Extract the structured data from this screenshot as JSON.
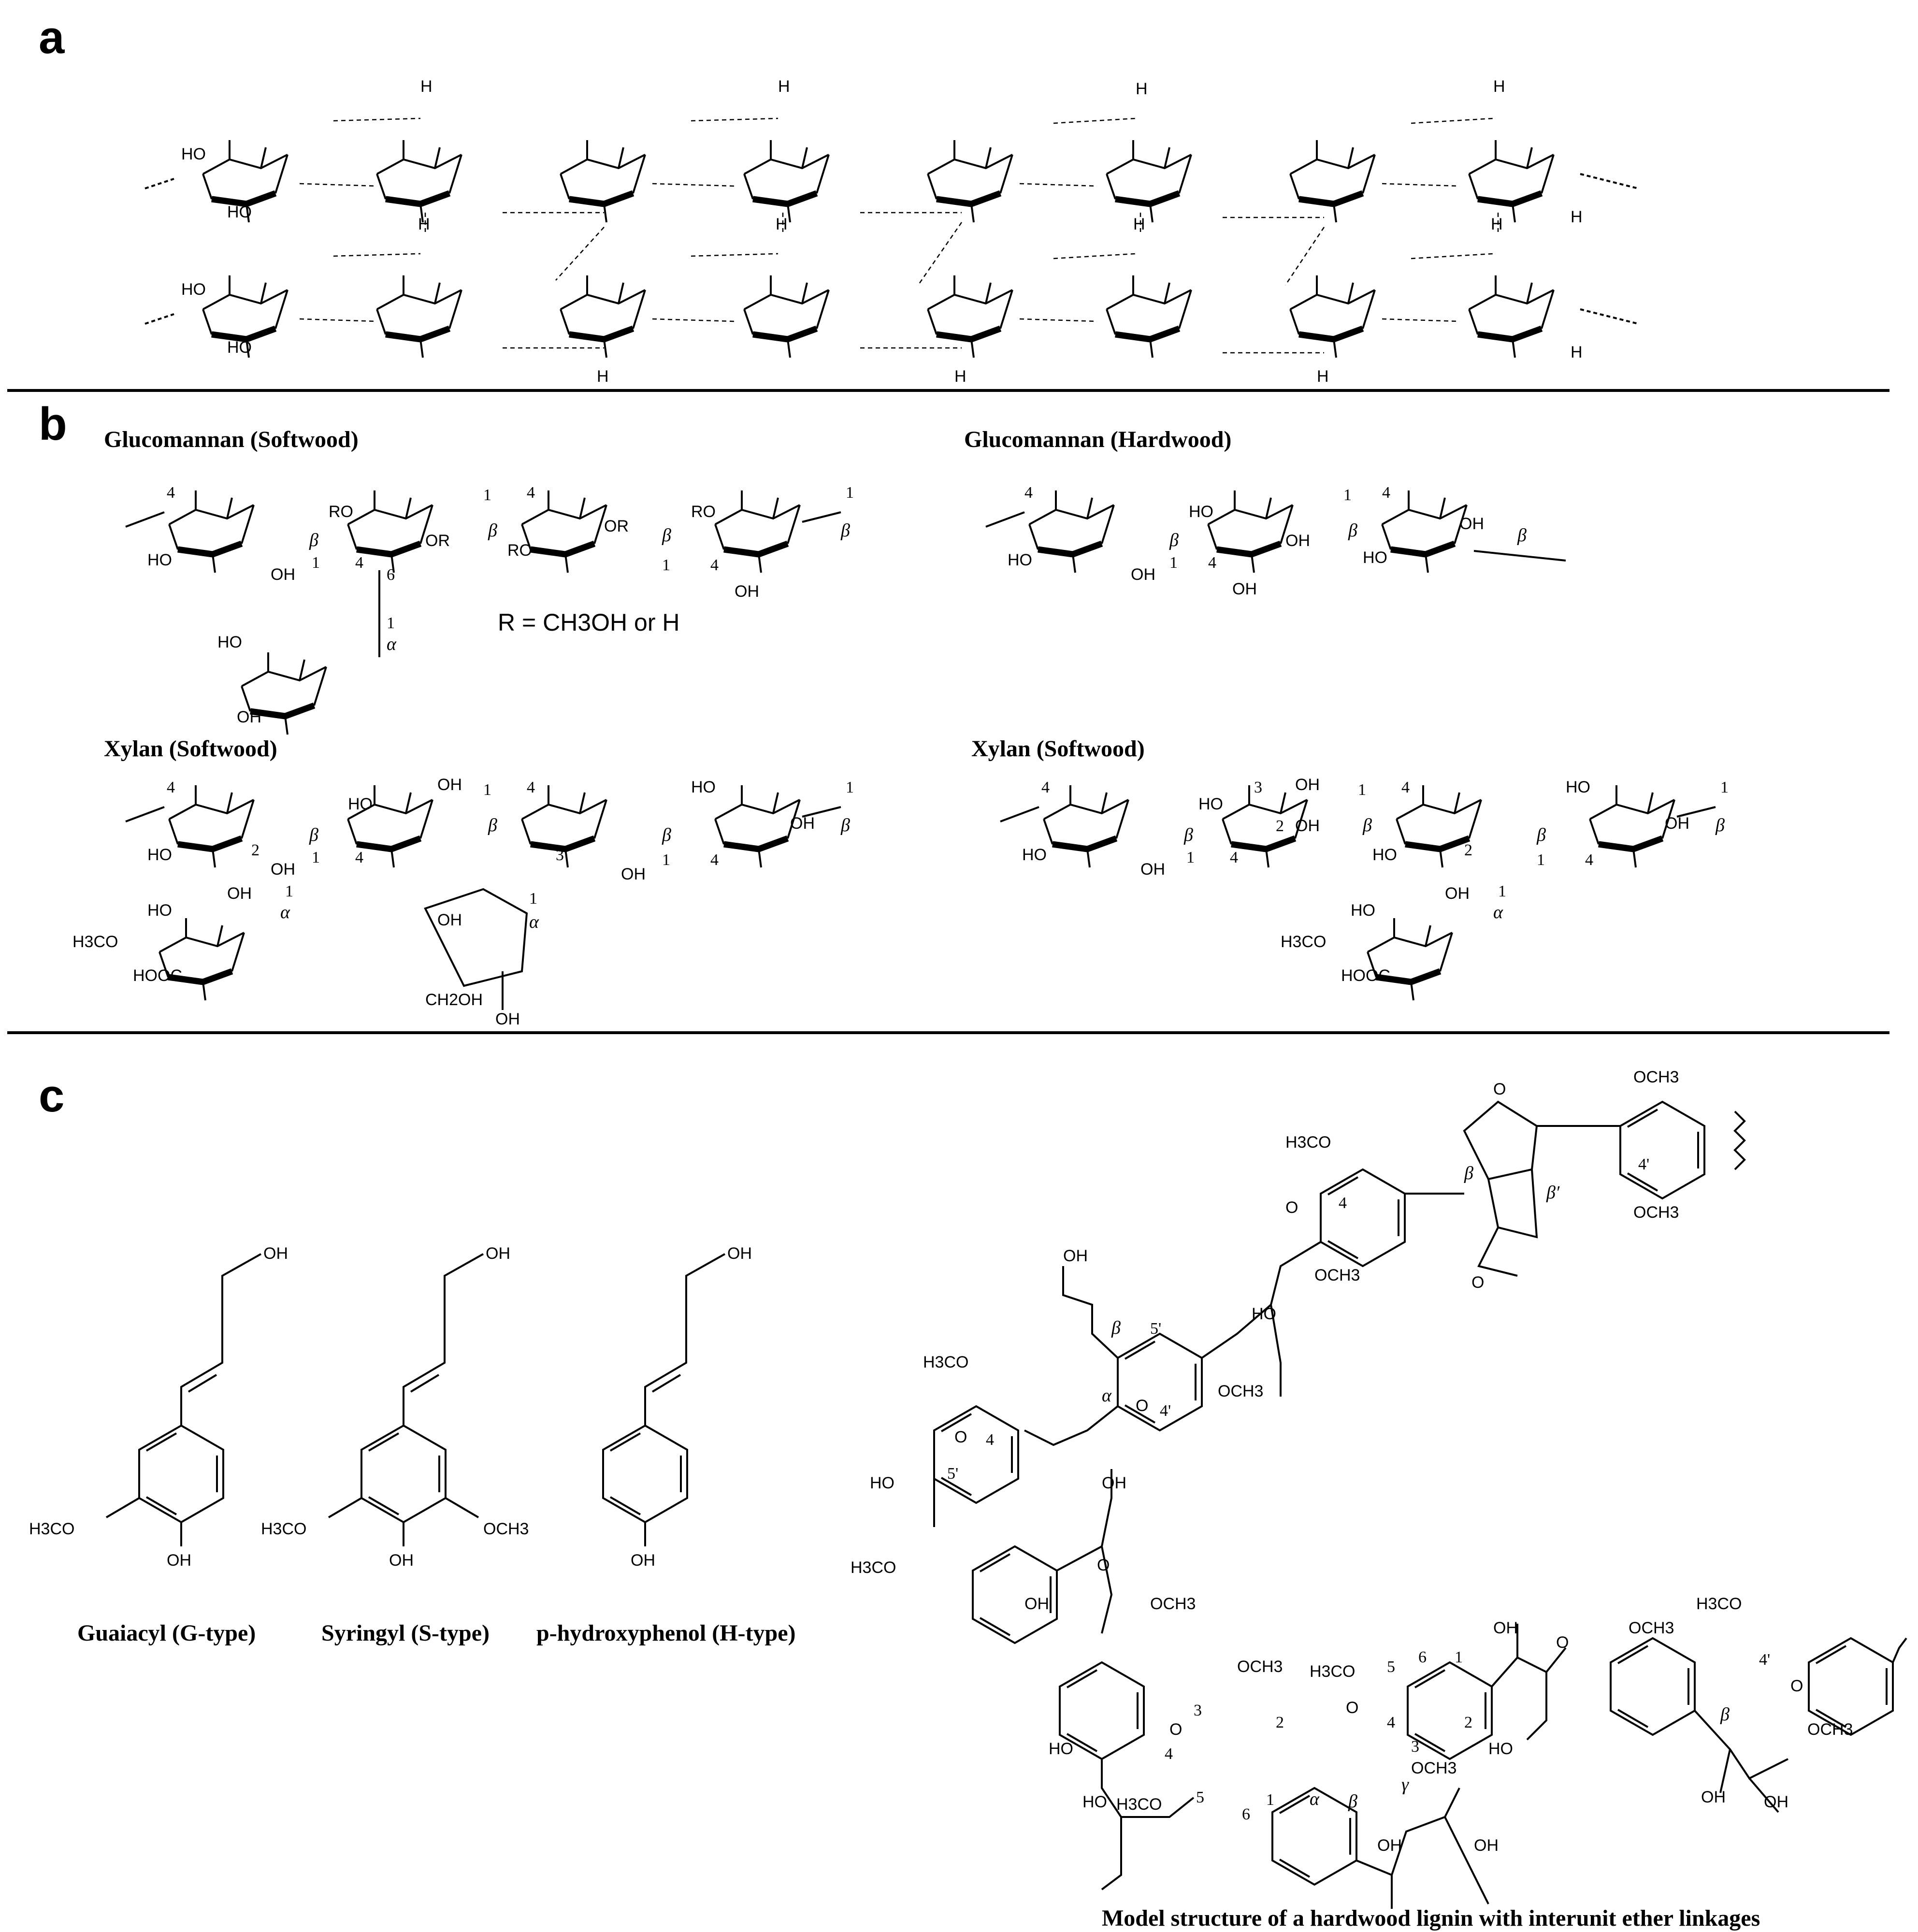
{
  "panels": {
    "a": {
      "letter": "a"
    },
    "b": {
      "letter": "b",
      "glucomannan_softwood": "Glucomannan (Softwood)",
      "glucomannan_hardwood": "Glucomannan (Hardwood)",
      "xylan_softwood_left": "Xylan (Softwood)",
      "xylan_softwood_right": "Xylan (Softwood)",
      "r_definition": "R = CH3OH or H"
    },
    "c": {
      "letter": "c",
      "monomers": [
        {
          "label": "Guaiacyl (G-type)"
        },
        {
          "label": "Syringyl (S-type)"
        },
        {
          "label": "p-hydroxyphenol (H-type)"
        }
      ],
      "lignin_caption": "Model structure of a hardwood lignin with interunit ether linkages"
    }
  },
  "atoms": {
    "OH": "OH",
    "HO": "HO",
    "O": "O",
    "H": "H",
    "OCH3": "OCH3",
    "H3CO": "H3CO",
    "HOOC": "HOOC",
    "CH2OH": "CH2OH",
    "RO": "RO",
    "OR": "OR"
  },
  "greek": {
    "alpha": "α",
    "beta": "β",
    "gamma": "γ",
    "beta_prime": "β′"
  },
  "numbers": {
    "n1": "1",
    "n2": "2",
    "n3": "3",
    "n4": "4",
    "n5": "5",
    "n6": "6",
    "n4p": "4'",
    "n5p": "5'"
  }
}
